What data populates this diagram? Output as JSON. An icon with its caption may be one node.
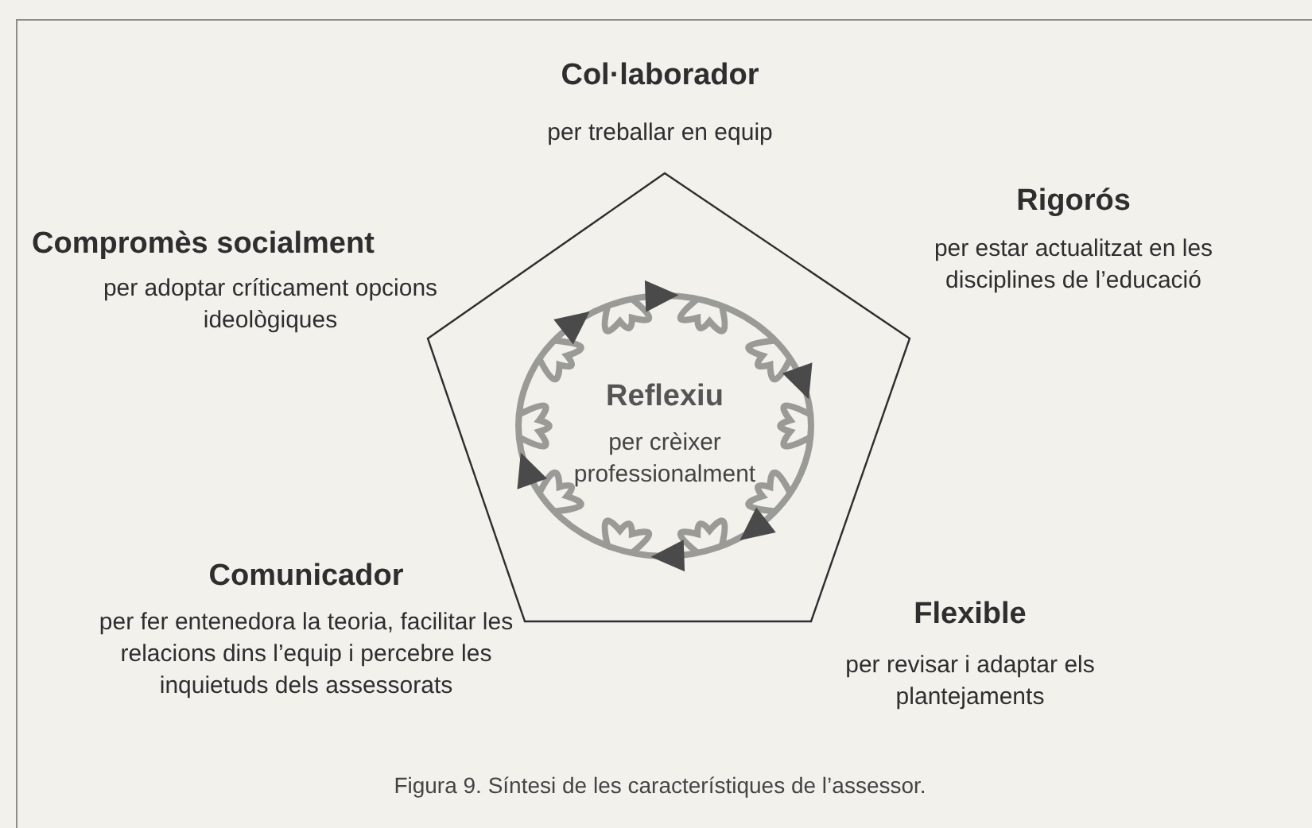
{
  "diagram": {
    "caption": "Figura 9. Síntesi de les característiques de l’assessor.",
    "nodes": [
      {
        "text": [
          "Reflexiu",
          "per crèixer professionalment"
        ]
      }
    ],
    "labels": [
      "Col·laborador",
      "per treballar en equip",
      "Rigorós",
      "per estar actualitzat en les disciplines de l’educació",
      "Compromès socialment",
      "per adoptar críticament opcions ideològiques",
      "Comunicador",
      "per fer entenedora la teoria, facilitar les relacions dins l’equip i percebre les inquietuds dels assessorats",
      "Flexible",
      "per revisar i adaptar els plantejaments"
    ]
  }
}
